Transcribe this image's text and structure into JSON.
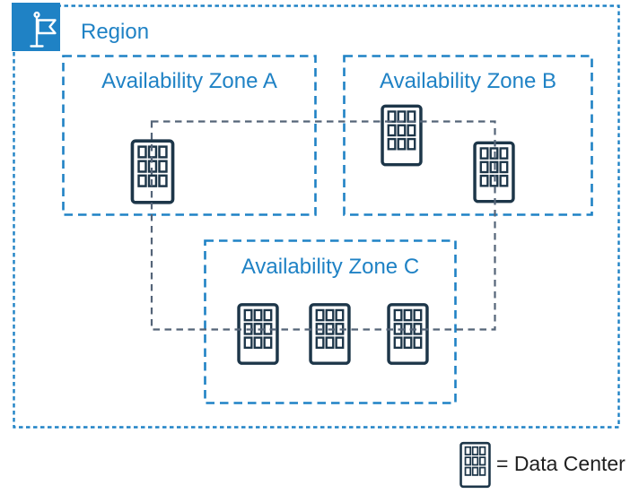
{
  "region": {
    "label": "Region",
    "icon": "flag-icon"
  },
  "zones": [
    {
      "label": "Availability Zone A",
      "data_centers": 1
    },
    {
      "label": "Availability Zone B",
      "data_centers": 2
    },
    {
      "label": "Availability Zone C",
      "data_centers": 3
    }
  ],
  "connections": {
    "description": "dashed loop linking data centers across zones A, B and C"
  },
  "legend": {
    "label": "= Data Center",
    "icon": "data-center-icon"
  },
  "colors": {
    "accent_blue": "#1f82c5",
    "building_navy": "#1d3649",
    "connector_slate": "#546478",
    "legend_text": "#1f1f1f"
  }
}
